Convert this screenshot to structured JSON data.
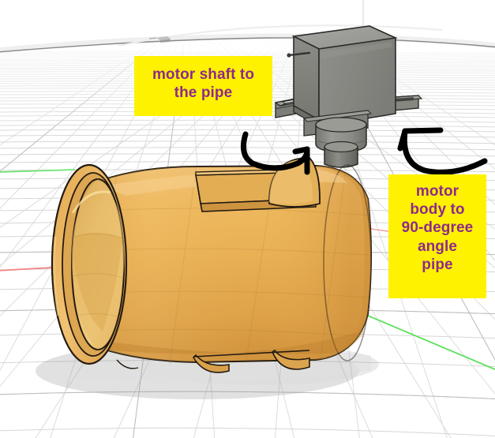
{
  "app": {
    "kind": "cad-3d-viewport",
    "background_color": "#ffffff",
    "grid_line_color": "#d9d9d9",
    "grid_line_color_major": "#b5b5b5",
    "horizon_color": "#8a8a8a"
  },
  "axes": {
    "x_axis_color": "#f26d6d",
    "y_axis_color": "#5fe05f",
    "origin_marker_name": "origin-marker"
  },
  "model": {
    "pipe": {
      "name": "orange-pipe-cylinder",
      "outer_color": "#e9b054",
      "outer_color_light": "#f0c070",
      "outer_color_dark": "#c8913c",
      "inner_color": "#e7c070",
      "rim_color": "#d9a349",
      "edge_color": "#2a2218",
      "shadow_color": "#c9c9c9"
    },
    "motor": {
      "name": "gray-servo-motor",
      "body_color": "#868783",
      "body_top_color": "#9d9e99",
      "body_side_color": "#6f706c",
      "flange_color": "#7e7f7b",
      "gearbox_color": "#8d8e8a",
      "shaft_color": "#6e6f6b",
      "edge_color": "#2b2b29"
    }
  },
  "annotations": {
    "highlight_fill": "#fff200",
    "text_color": "#8e2a8b",
    "arrow_color": "#000000",
    "callouts": [
      {
        "id": "callout-shaft",
        "name": "callout-motor-shaft-to-pipe",
        "lines": [
          "motor shaft to",
          "the pipe"
        ],
        "arrow_name": "arrow-to-shaft"
      },
      {
        "id": "callout-body",
        "name": "callout-motor-body-to-angle-pipe",
        "lines": [
          "motor",
          "body to",
          "90-degree",
          "angle",
          "pipe"
        ],
        "arrow_name": "arrow-to-motor-body"
      }
    ]
  }
}
